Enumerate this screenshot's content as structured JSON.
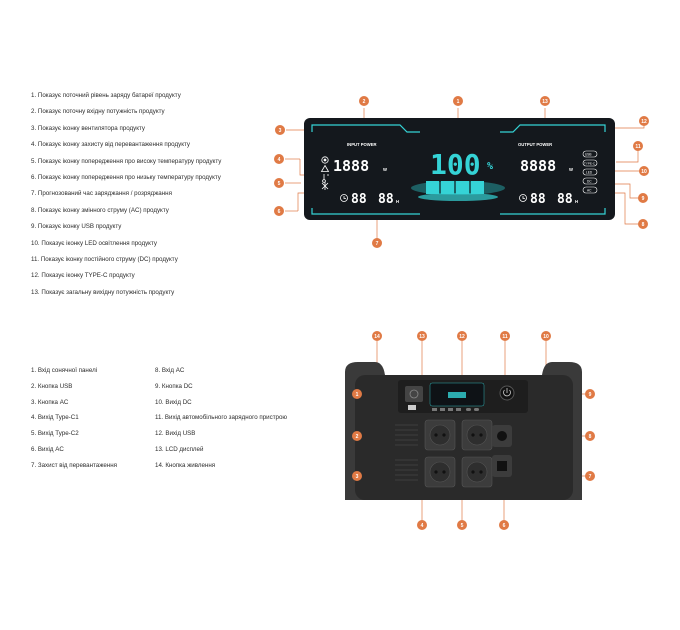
{
  "lcd_legend": [
    "1. Показує поточний рівень заряду батареї продукту",
    "2. Показує поточну вхідну потужність продукту",
    "3. Показує іконку вентилятора продукту",
    "4. Показує іконку захисту від перевантаження продукту",
    "5. Показує іконку попередження про високу температуру продукту",
    "6. Показує іконку попередження про низьку температуру продукту",
    "7. Прогнозований час заряджання / розряджання",
    "8. Показує іконку змінного струму (AC) продукту",
    "9. Показує іконку USB продукту",
    "10. Показує іконку LED освітлення продукту",
    "11. Показує іконку постійного струму (DC) продукту",
    "12. Показує іконку TYPE-C продукту",
    "13. Показує загальну вихідну потужність продукту"
  ],
  "device_legend_left": [
    "1. Вхід сонячної панелі",
    "2. Кнопка USB",
    "3. Кнопка AC",
    "4. Вихід Type-C1",
    "5. Вихід Type-C2",
    "6. Вихід AC",
    "7. Захист від перевантаження"
  ],
  "device_legend_right": [
    "8. Вхід AC",
    "9. Кнопка DC",
    "10. Вихід DC",
    "11. Вихід автомобільного зарядного пристрою",
    "12. Вихід USB",
    "13. LCD дисплей",
    "14. Кнопка живлення"
  ],
  "lcd": {
    "input_label": "INPUT POWER",
    "output_label": "OUTPUT POWER",
    "input_value": "1888",
    "output_value": "8888",
    "input_unit": "W",
    "output_unit": "W",
    "battery_percent": "100",
    "percent_sign": "%",
    "time_left": "88",
    "time_right": "88",
    "time_unit": "H",
    "output_icons": [
      "USB",
      "TYPE-C",
      "LED",
      "DC",
      "AC"
    ]
  },
  "lcd_badges": {
    "b1": "1",
    "b2": "2",
    "b3": "3",
    "b4": "4",
    "b5": "5",
    "b6": "6",
    "b7": "7",
    "b8": "8",
    "b9": "9",
    "b10": "10",
    "b11": "11",
    "b12": "12",
    "b13": "13"
  },
  "device_badges": {
    "b1": "1",
    "b2": "2",
    "b3": "3",
    "b4": "4",
    "b5": "5",
    "b6": "6",
    "b7": "7",
    "b8": "8",
    "b9": "9",
    "b10": "10",
    "b11": "11",
    "b12": "12",
    "b13": "13",
    "b14": "14"
  },
  "colors": {
    "badge": "#e07a45",
    "lcd_bg": "#14181d",
    "lcd_accent": "#35d3d6",
    "device_body": "#2a2a2a"
  }
}
